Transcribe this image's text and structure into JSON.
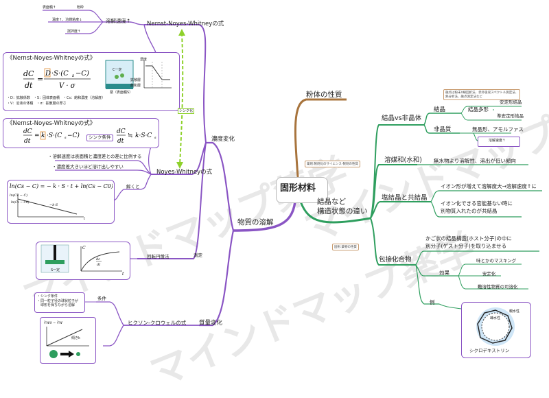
{
  "center": "固形材料",
  "branches": {
    "powder": "粉体の性質",
    "crystal": "結晶など\n構造状態の違い",
    "dissolution": "物質の溶解"
  },
  "crystal_section": {
    "crystal_vs_amorphous": "結晶vs非晶体",
    "crystal": "結晶",
    "polymorph": "結晶多形",
    "polymorph_note": "融点は粉末X線回折法、赤外吸収スペクトル測定法、\n熱分析法、融点測定法など",
    "stable": "安定形結晶",
    "metastable": "準安定形結晶",
    "amorphous": "非晶質",
    "amorphous_desc": "無晶形、アモルファス",
    "dissolution_rate": "溶解速度↑",
    "solvate": "溶媒和(水和)",
    "solvate_desc": "無水物より溶解性、溶出が低い傾向",
    "salt_cocrystal": "塩結晶と共結晶",
    "salt_desc": "イオン形が増えて溶解度大→溶解速度↑に",
    "cocrystal_desc": "イオン化できる官能基ない時に\n別物質入れたのが共結晶",
    "inclusion": "包接化合物",
    "inclusion_desc": "かご状の結晶構造(ホスト分子)の中に\n別分子(ゲスト分子)を取り込ませる",
    "effect": "効果",
    "effect_items": [
      "味とかのマスキング",
      "安定化",
      "難溶性物質の可溶化"
    ],
    "example": "例",
    "cd_label": "シクロデキストリン",
    "cd_hydrophilic": "親水性",
    "cd_hydrophobic": "疎水性",
    "powder_note": "薬剤:製剤化のサイエンス-製剤の性質",
    "crystal_note": "固形:薬物の性質"
  },
  "dissolution_section": {
    "nernst_title": "Nernst-Noyes-Whitneyの式",
    "rate_up": "溶解速度↑",
    "surface_area": "表面積↑",
    "stir": "粉砕",
    "temp": "温度↑、溶媒粘度↓",
    "stir2": "撹拌度↑",
    "nernst_box_title": "《Nernst-Noyes-Whitneyの式》",
    "nernst_legend1": "・D：拡散係数　・S：固体表面積　・Cs：飽和濃度（溶解度）",
    "nernst_legend2": "・V：溶液の体積　・σ：拡散層の厚さ",
    "diag_c_const": "C一定",
    "diag_diffusion": "拡散層",
    "diag_saturated": "飽和層",
    "diag_drug": "薬（表面積S）",
    "diag_conc": "濃度",
    "diag_sink": "シンク化",
    "noyes_box_title": "《Nernst-Noyes-Whitneyの式》",
    "sink_condition": "シンク条件",
    "conc_change": "濃度変化",
    "noyes_whitney": "Noyes-Whitneyの式",
    "noyes_note1": "・溶解速度は表面積と濃度差との差に比例する",
    "noyes_note2": "・濃度差大きいほど溶け出しやすい",
    "solve": "解くと",
    "measure": "測定",
    "rotating_disk": "回転円盤法",
    "s_const": "S一定",
    "mass_change": "質量変化",
    "hixson": "ヒクソン-クロウェルの式",
    "condition": "条件",
    "condition_desc": "・シンク条件\n・同一粒子径の球状粒子が\n　球形を保ちながら溶解",
    "slope": "傾きk"
  },
  "watermark": "マインドマップ薬学",
  "colors": {
    "purple": "#8a55c4",
    "green": "#2e9e5e",
    "brown": "#a8743d",
    "lime": "#8ed12a"
  }
}
